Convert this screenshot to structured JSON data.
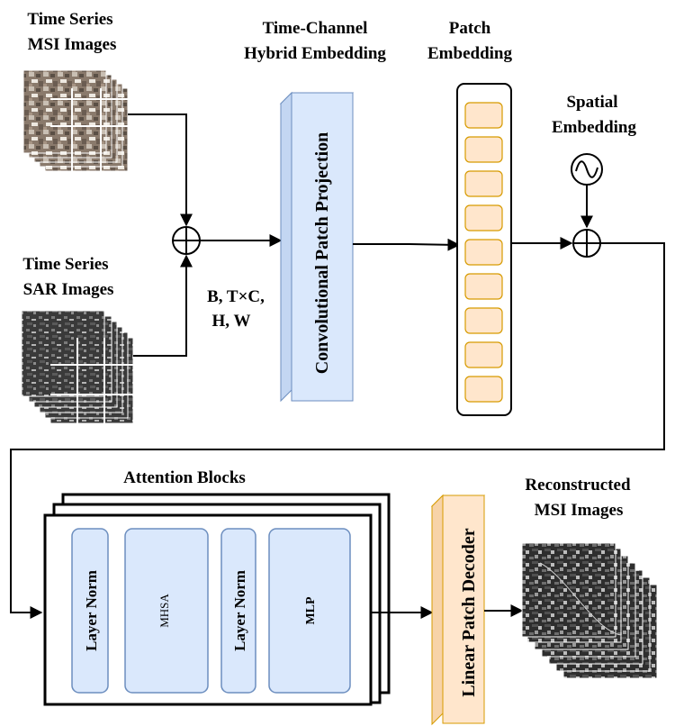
{
  "labels": {
    "msi_line1": "Time Series",
    "msi_line2": "MSI Images",
    "sar_line1": "Time Series",
    "sar_line2": "SAR Images",
    "dims_line1": "B, T×C,",
    "dims_line2": "H, W",
    "hybrid_line1": "Time-Channel",
    "hybrid_line2": "Hybrid Embedding",
    "patch_line1": "Patch",
    "patch_line2": "Embedding",
    "spatial_line1": "Spatial",
    "spatial_line2": "Embedding",
    "conv_projection": "Convolutional Patch Projection",
    "attention_title": "Attention Blocks",
    "layer_norm_1": "Layer Norm",
    "mhsa": "MHSA",
    "layer_norm_2": "Layer Norm",
    "mlp": "MLP",
    "decoder": "Linear Patch Decoder",
    "recon_line1": "Reconstructed",
    "recon_line2": "MSI Images"
  },
  "patch_token_count": 9,
  "colors": {
    "conv_fill": "#dae8fc",
    "conv_stroke": "#6c8ebf",
    "token_fill": "#ffe6cc",
    "token_stroke": "#d79b00",
    "block_fill": "#dae8fc",
    "block_stroke": "#6c8ebf",
    "decoder_fill": "#ffe6cc",
    "decoder_stroke": "#d79b00"
  },
  "icons": {
    "msi_stack": "msi-image-stack-icon",
    "sar_stack": "sar-image-stack-icon",
    "recon_stack": "reconstructed-image-stack-icon",
    "add": "circle-plus-icon",
    "wave": "sine-wave-icon"
  }
}
